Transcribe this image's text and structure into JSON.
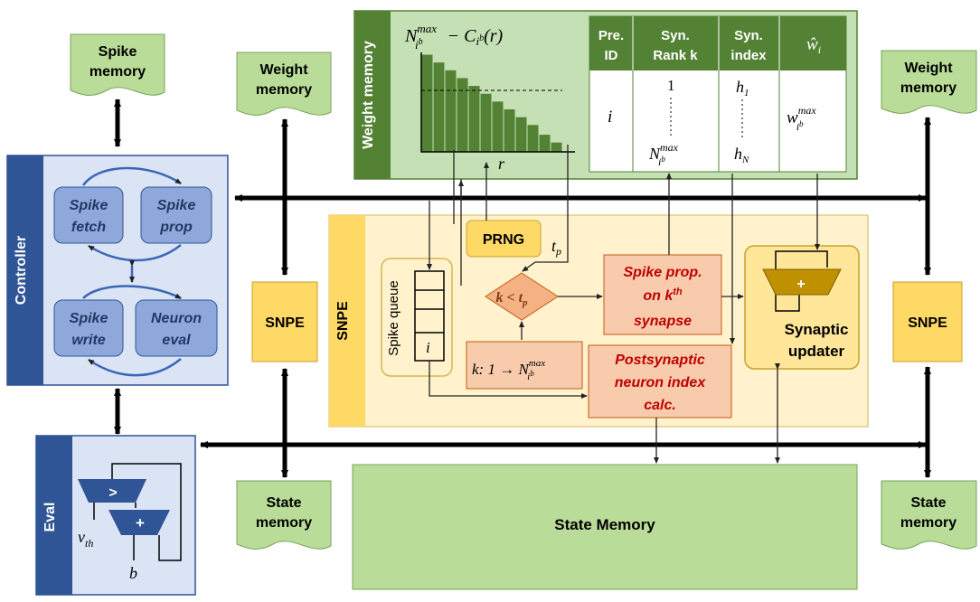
{
  "memories": {
    "spike_left": [
      "Spike",
      "memory"
    ],
    "weight_left": [
      "Weight",
      "memory"
    ],
    "weight_right": [
      "Weight",
      "memory"
    ],
    "state_left": [
      "State",
      "memory"
    ],
    "state_right": [
      "State",
      "memory"
    ],
    "state_main": "State Memory"
  },
  "controller": {
    "label": "Controller",
    "steps": [
      [
        "Spike",
        "fetch"
      ],
      [
        "Spike",
        "prop"
      ],
      [
        "Spike",
        "write"
      ],
      [
        "Neuron",
        "eval"
      ]
    ]
  },
  "eval": {
    "label": "Eval",
    "gt": ">",
    "plus": "+",
    "vth": "v",
    "vth_sub": "th",
    "b": "b"
  },
  "snpe_side": "SNPE",
  "weight_memory": {
    "label": "Weight memory",
    "formula": {
      "N": "N",
      "sup": "max",
      "sub": "i",
      "subsup": "b",
      "minus": " − C",
      "csub": "i",
      "csubsup": "b",
      "arg": "(r)"
    },
    "axis_r": "r",
    "histogram": [
      100,
      92,
      84,
      76,
      68,
      60,
      52,
      44,
      36,
      28,
      18,
      10
    ],
    "table": {
      "headers": [
        [
          "Pre.",
          "ID"
        ],
        [
          "Syn.",
          "Rank k"
        ],
        [
          "Syn.",
          "index"
        ],
        "ŵ"
      ],
      "header_w_sub": "i",
      "pre_id": "i",
      "rank_top": "1",
      "rank_bottom": {
        "N": "N",
        "sup": "max",
        "sub": "i",
        "subsup": "b"
      },
      "index_top": {
        "h": "h",
        "sub": "1"
      },
      "index_bottom": {
        "h": "h",
        "sub": "N"
      },
      "weight": {
        "w": "w",
        "sup": "max",
        "sub": "i",
        "subsup": "b"
      }
    }
  },
  "snpe": {
    "label": "SNPE",
    "spike_queue": "Spike queue",
    "queue_entry": "i",
    "prng": "PRNG",
    "tp": "t",
    "tp_sub": "p",
    "compare": {
      "k": "k < t",
      "sub": "p"
    },
    "loop": {
      "k": "k: 1 → N",
      "sup": "max",
      "sub": "i",
      "subsup": "b"
    },
    "spike_prop": [
      "Spike prop.",
      "on k",
      "th",
      "synapse"
    ],
    "postsyn": [
      "Postsynaptic",
      "neuron index",
      "calc."
    ],
    "updater_plus": "+",
    "updater": [
      "Synaptic",
      "updater"
    ]
  }
}
